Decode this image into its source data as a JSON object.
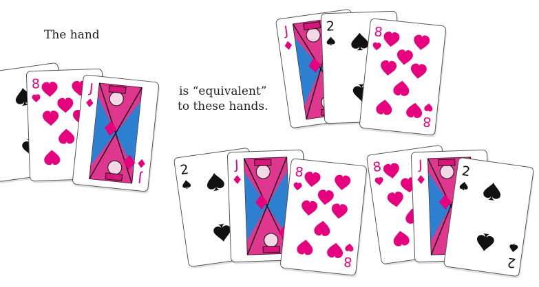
{
  "captions": {
    "left": "The hand",
    "middle_line1": "is “equivalent”",
    "middle_line2": "to these hands."
  },
  "colors": {
    "heart": "#e6007e",
    "spade": "#111111",
    "jack_magenta": "#d9147a",
    "jack_blue": "#2d7fd0",
    "card_edge": "#555555"
  },
  "cards": {
    "two": {
      "rank": "2",
      "suit": "spade-icon"
    },
    "eight": {
      "rank": "8",
      "suit": "heart-icon"
    },
    "jack": {
      "rank": "J",
      "suit": "diamond-icon"
    }
  },
  "hands": [
    {
      "name": "original-hand",
      "order": [
        "two",
        "eight",
        "jack"
      ]
    },
    {
      "name": "equivalent-hand-1",
      "order": [
        "jack",
        "two",
        "eight"
      ]
    },
    {
      "name": "equivalent-hand-2",
      "order": [
        "two",
        "jack",
        "eight"
      ]
    },
    {
      "name": "equivalent-hand-3",
      "order": [
        "eight",
        "jack",
        "two"
      ]
    }
  ]
}
